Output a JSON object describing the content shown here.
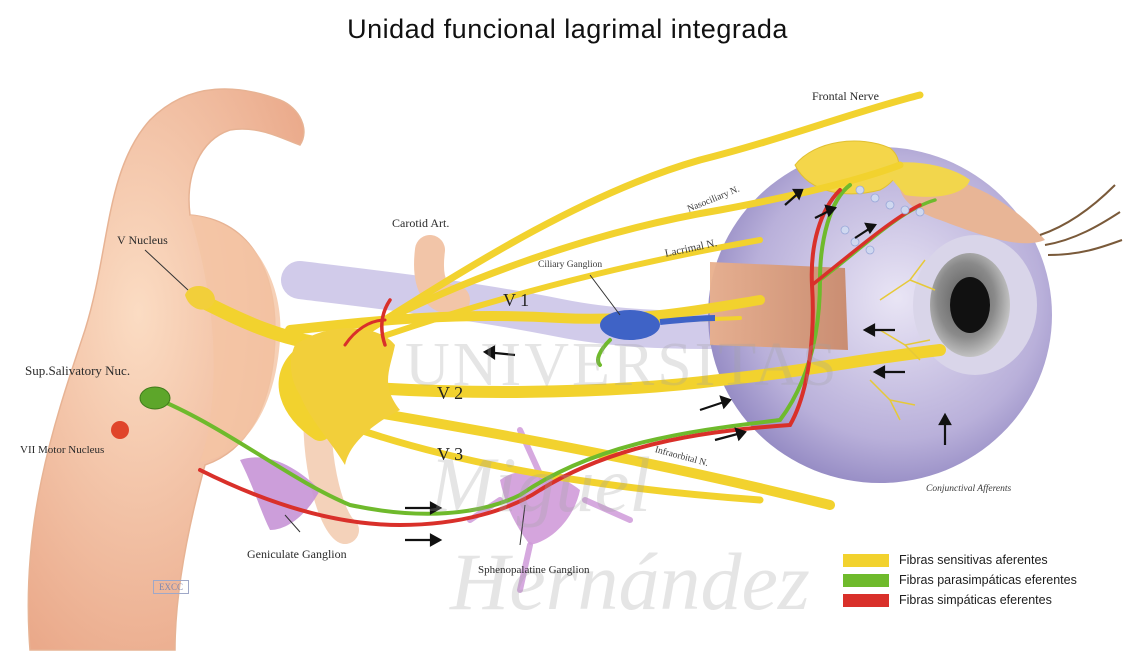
{
  "title": "Unidad funcional lagrimal integrada",
  "labels": {
    "frontal_nerve": "Frontal Nerve",
    "nasociliary": "Nasociliary N.",
    "lacrimal": "Lacrimal N.",
    "carotid": "Carotid Art.",
    "ciliary_ganglion": "Ciliary Ganglion",
    "v_nucleus": "V Nucleus",
    "v1": "V 1",
    "v2": "V 2",
    "v3": "V 3",
    "sup_salivatory": "Sup.Salivatory Nuc.",
    "vii_motor": "VII Motor Nucleus",
    "geniculate": "Geniculate Ganglion",
    "sphenopalatine": "Sphenopalatine Ganglion",
    "infraorbital": "Infraorbital N.",
    "conjunctival": "Conjunctival Afferents",
    "credit": "EXCC"
  },
  "legend": [
    {
      "label": "Fibras sensitivas aferentes",
      "color": "#f2d22e"
    },
    {
      "label": "Fibras parasimpáticas eferentes",
      "color": "#6fba2c"
    },
    {
      "label": "Fibras simpáticas eferentes",
      "color": "#d9302a"
    }
  ],
  "watermark": {
    "line1": "UNIVERSITAS",
    "line2": "Miguel",
    "line3": "Hernández"
  },
  "colors": {
    "sensory": "#f2d22e",
    "parasympathetic": "#6fba2c",
    "sympathetic": "#d9302a",
    "skin": "#f6c8a6",
    "eye": "#bdb5dd",
    "ganglion": "#c48ad0",
    "ciliary": "#3f63c6"
  }
}
